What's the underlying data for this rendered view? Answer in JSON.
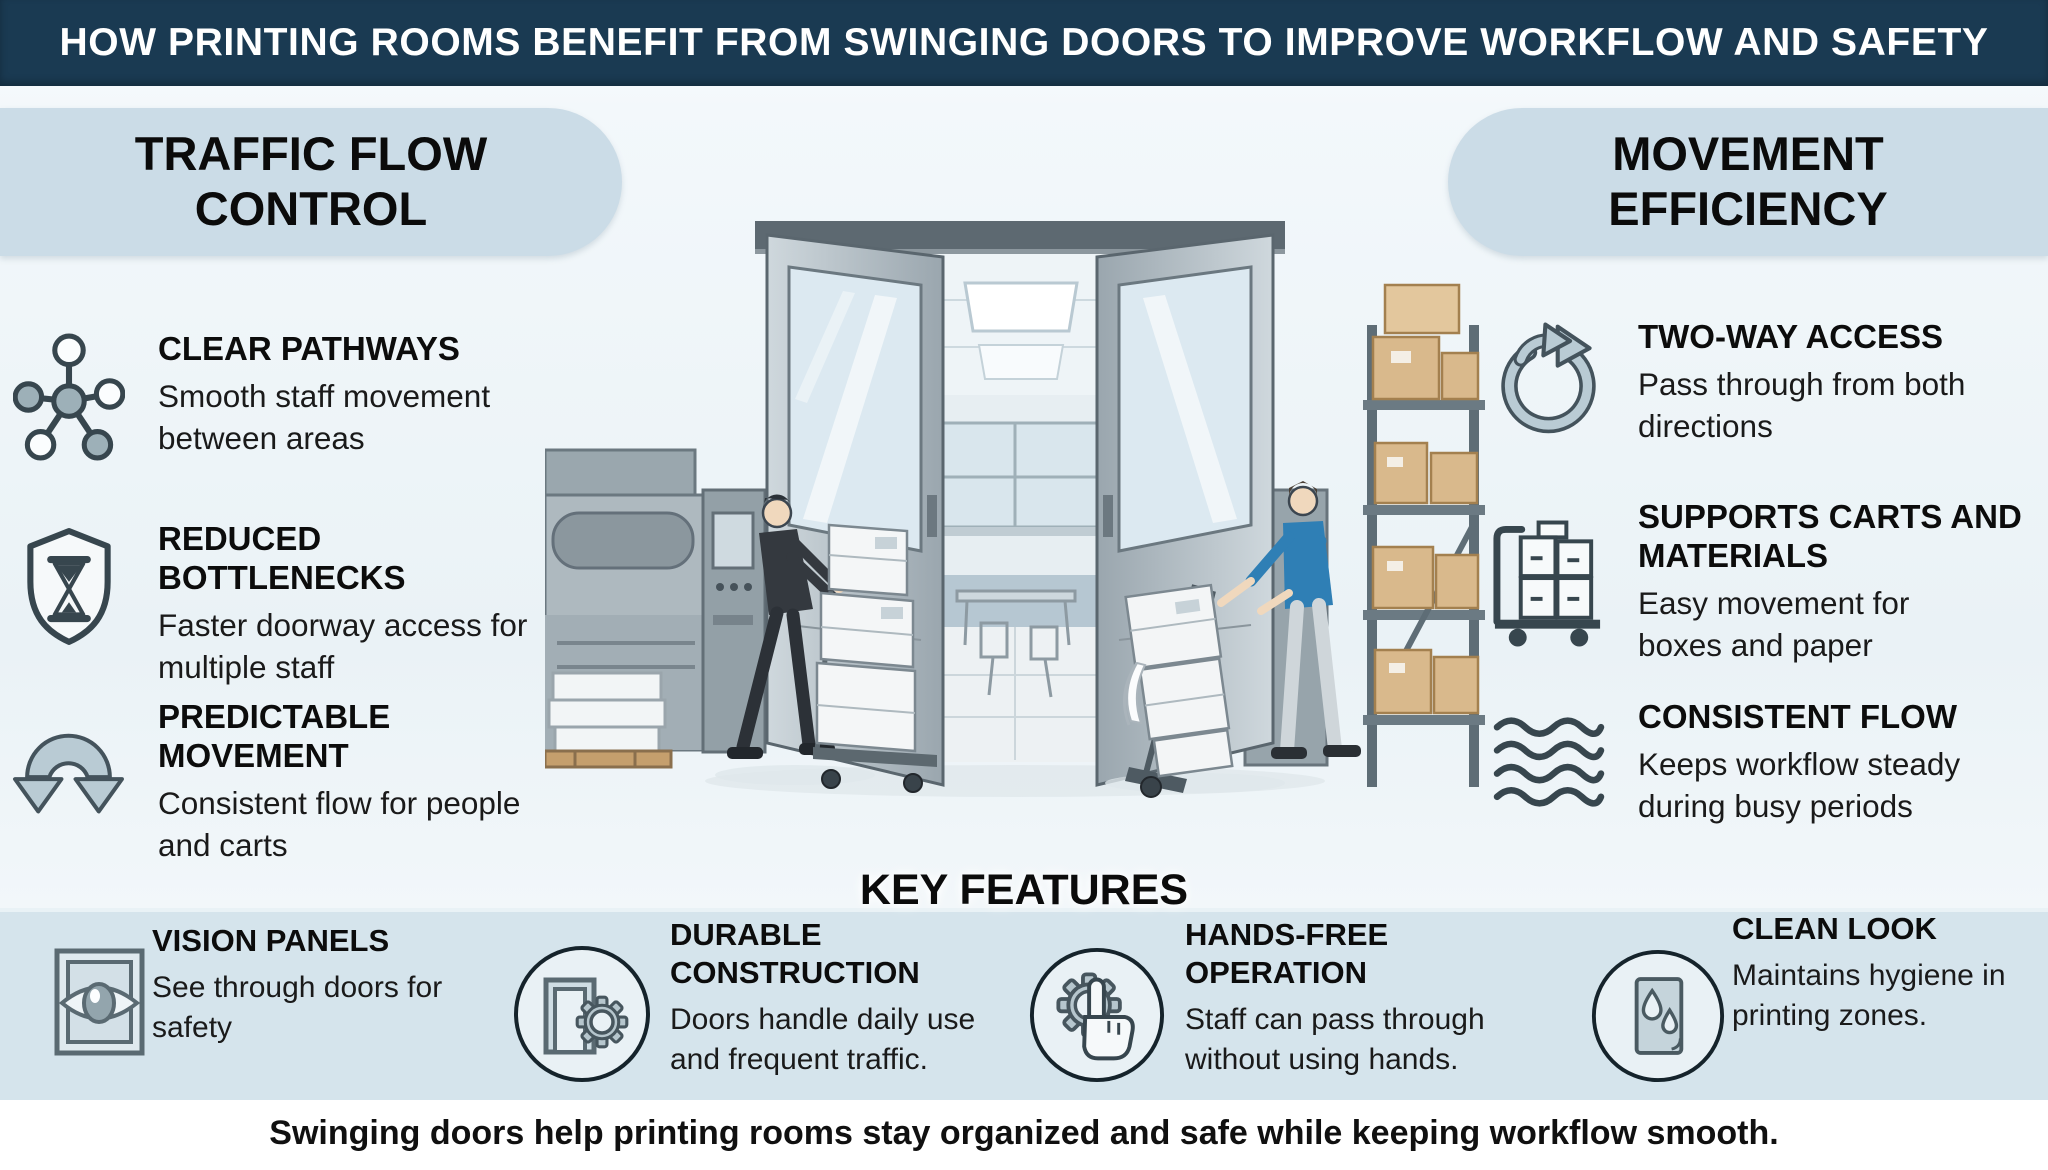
{
  "header": {
    "title": "HOW PRINTING ROOMS BENEFIT FROM SWINGING DOORS TO IMPROVE WORKFLOW AND SAFETY"
  },
  "left_panel": {
    "title": "TRAFFIC FLOW\nCONTROL",
    "items": [
      {
        "icon": "network-nodes-icon",
        "title": "CLEAR PATHWAYS",
        "desc": "Smooth staff movement\nbetween areas"
      },
      {
        "icon": "shield-hourglass-icon",
        "title": "REDUCED BOTTLENECKS",
        "desc": "Faster doorway access for\nmultiple staff"
      },
      {
        "icon": "u-turn-arrows-icon",
        "title": "PREDICTABLE MOVEMENT",
        "desc": "Consistent flow for people\nand carts"
      }
    ]
  },
  "right_panel": {
    "title": "MOVEMENT\nEFFICIENCY",
    "items": [
      {
        "icon": "circular-arrows-icon",
        "title": "TWO-WAY ACCESS",
        "desc": "Pass through from both\ndirections"
      },
      {
        "icon": "cart-boxes-icon",
        "title": "SUPPORTS CARTS AND\nMATERIALS",
        "desc": "Easy movement for\nboxes and paper"
      },
      {
        "icon": "waves-icon",
        "title": "CONSISTENT FLOW",
        "desc": "Keeps workflow steady\nduring busy periods"
      }
    ]
  },
  "key_features": {
    "title": "KEY FEATURES",
    "items": [
      {
        "icon": "vision-panel-eye-icon",
        "title": "VISION PANELS",
        "desc": "See through doors for\nsafety"
      },
      {
        "icon": "door-gear-icon",
        "title": "DURABLE\nCONSTRUCTION",
        "desc": "Doors handle daily use\nand frequent traffic."
      },
      {
        "icon": "hand-gear-icon",
        "title": "HANDS-FREE\nOPERATION",
        "desc": "Staff can pass through\nwithout using hands."
      },
      {
        "icon": "droplets-door-icon",
        "title": "CLEAN LOOK",
        "desc": "Maintains hygiene in\nprinting zones."
      }
    ]
  },
  "footer": {
    "text": "Swinging doors help printing rooms stay organized and safe while keeping workflow smooth."
  },
  "colors": {
    "header_bg": "#1a3a52",
    "pill_bg": "#cbdce7",
    "band_bg": "#d5e4ec",
    "icon_stroke": "#37464e",
    "icon_fill": "#b7c9d2",
    "box_tan": "#d9b98c",
    "worker_shirt_blue": "#2f7fb5"
  }
}
